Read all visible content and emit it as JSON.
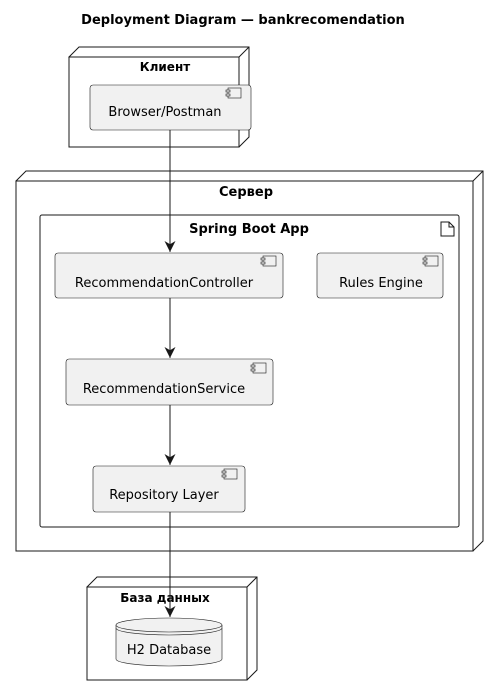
{
  "title": "Deployment Diagram — bankrecomendation",
  "nodes": {
    "client": {
      "label": "Клиент"
    },
    "server": {
      "label": "Сервер"
    },
    "database": {
      "label": "База данных"
    }
  },
  "artifact": {
    "label": "Spring Boot App"
  },
  "components": {
    "browser": "Browser/Postman",
    "controller": "RecommendationController",
    "rules": "Rules Engine",
    "service": "RecommendationService",
    "repository": "Repository Layer",
    "h2": "H2 Database"
  },
  "colors": {
    "component_fill": "#f1f1f1",
    "stroke": "#181818",
    "background": "#ffffff"
  }
}
